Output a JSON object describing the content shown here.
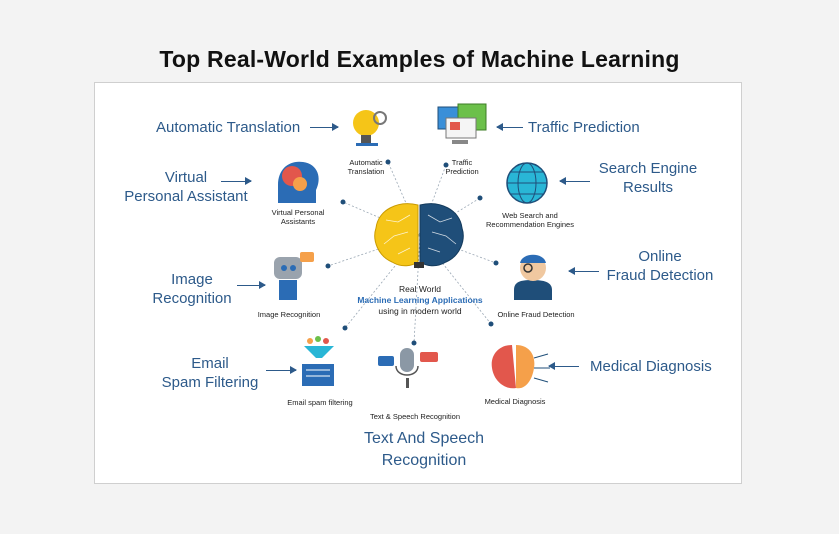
{
  "title": "Top Real-World Examples of Machine Learning",
  "center": {
    "line1": "Real World",
    "line2": "Machine Learning Applications",
    "line3": "using in modern world"
  },
  "callouts": {
    "automatic_translation": "Automatic Translation",
    "traffic_prediction": "Traffic Prediction",
    "virtual_assistant_1": "Virtual",
    "virtual_assistant_2": "Personal Assistant",
    "search_engine_1": "Search Engine",
    "search_engine_2": "Results",
    "image_recognition_1": "Image",
    "image_recognition_2": "Recognition",
    "fraud_detection_1": "Online",
    "fraud_detection_2": "Fraud Detection",
    "spam_filtering_1": "Email",
    "spam_filtering_2": "Spam Filtering",
    "medical_diagnosis": "Medical Diagnosis",
    "speech_recognition_1": "Text And Speech",
    "speech_recognition_2": "Recognition"
  },
  "captions": {
    "automatic_translation_1": "Automatic",
    "automatic_translation_2": "Translation",
    "traffic_prediction_1": "Traffic",
    "traffic_prediction_2": "Prediction",
    "virtual_assistant_1": "Virtual Personal",
    "virtual_assistant_2": "Assistants",
    "web_search_1": "Web Search and",
    "web_search_2": "Recommendation Engines",
    "image_recognition": "Image Recognition",
    "fraud_detection": "Online Fraud Detection",
    "spam_filtering": "Email spam filtering",
    "speech_recognition": "Text & Speech Recognition",
    "medical_diagnosis": "Medical Diagnosis"
  },
  "colors": {
    "callout_text": "#2d5a8a",
    "brain_left": "#f5c518",
    "brain_right": "#1f4e79",
    "accent_blue": "#2b6cb5",
    "accent_red": "#e2574c"
  }
}
